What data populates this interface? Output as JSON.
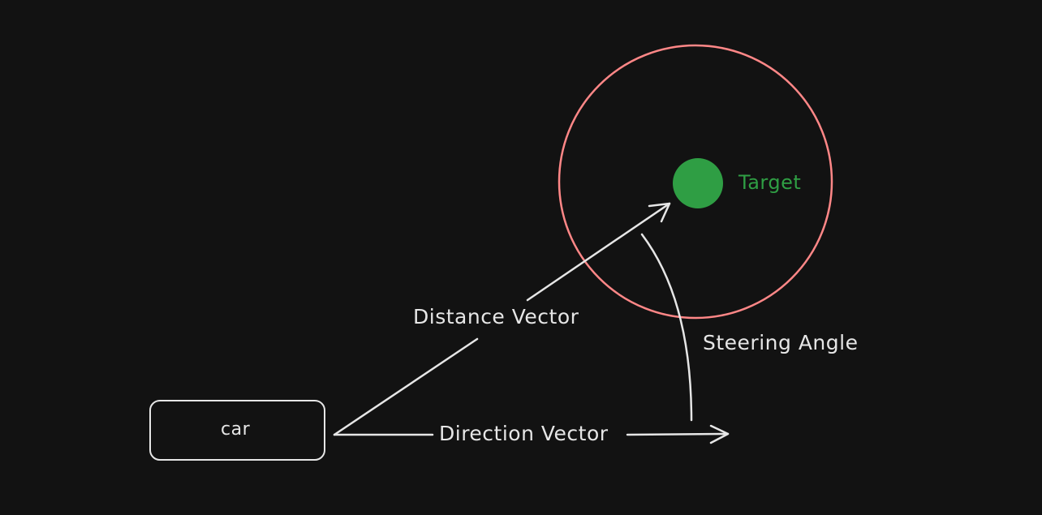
{
  "diagram": {
    "car_label": "car",
    "target_label": "Target",
    "distance_label": "Distance Vector",
    "direction_label": "Direction Vector",
    "steering_label": "Steering Angle"
  },
  "colors": {
    "background": "#121212",
    "stroke": "#e6e6e6",
    "target_ring": "#ff8787",
    "target_fill": "#2f9e44"
  }
}
